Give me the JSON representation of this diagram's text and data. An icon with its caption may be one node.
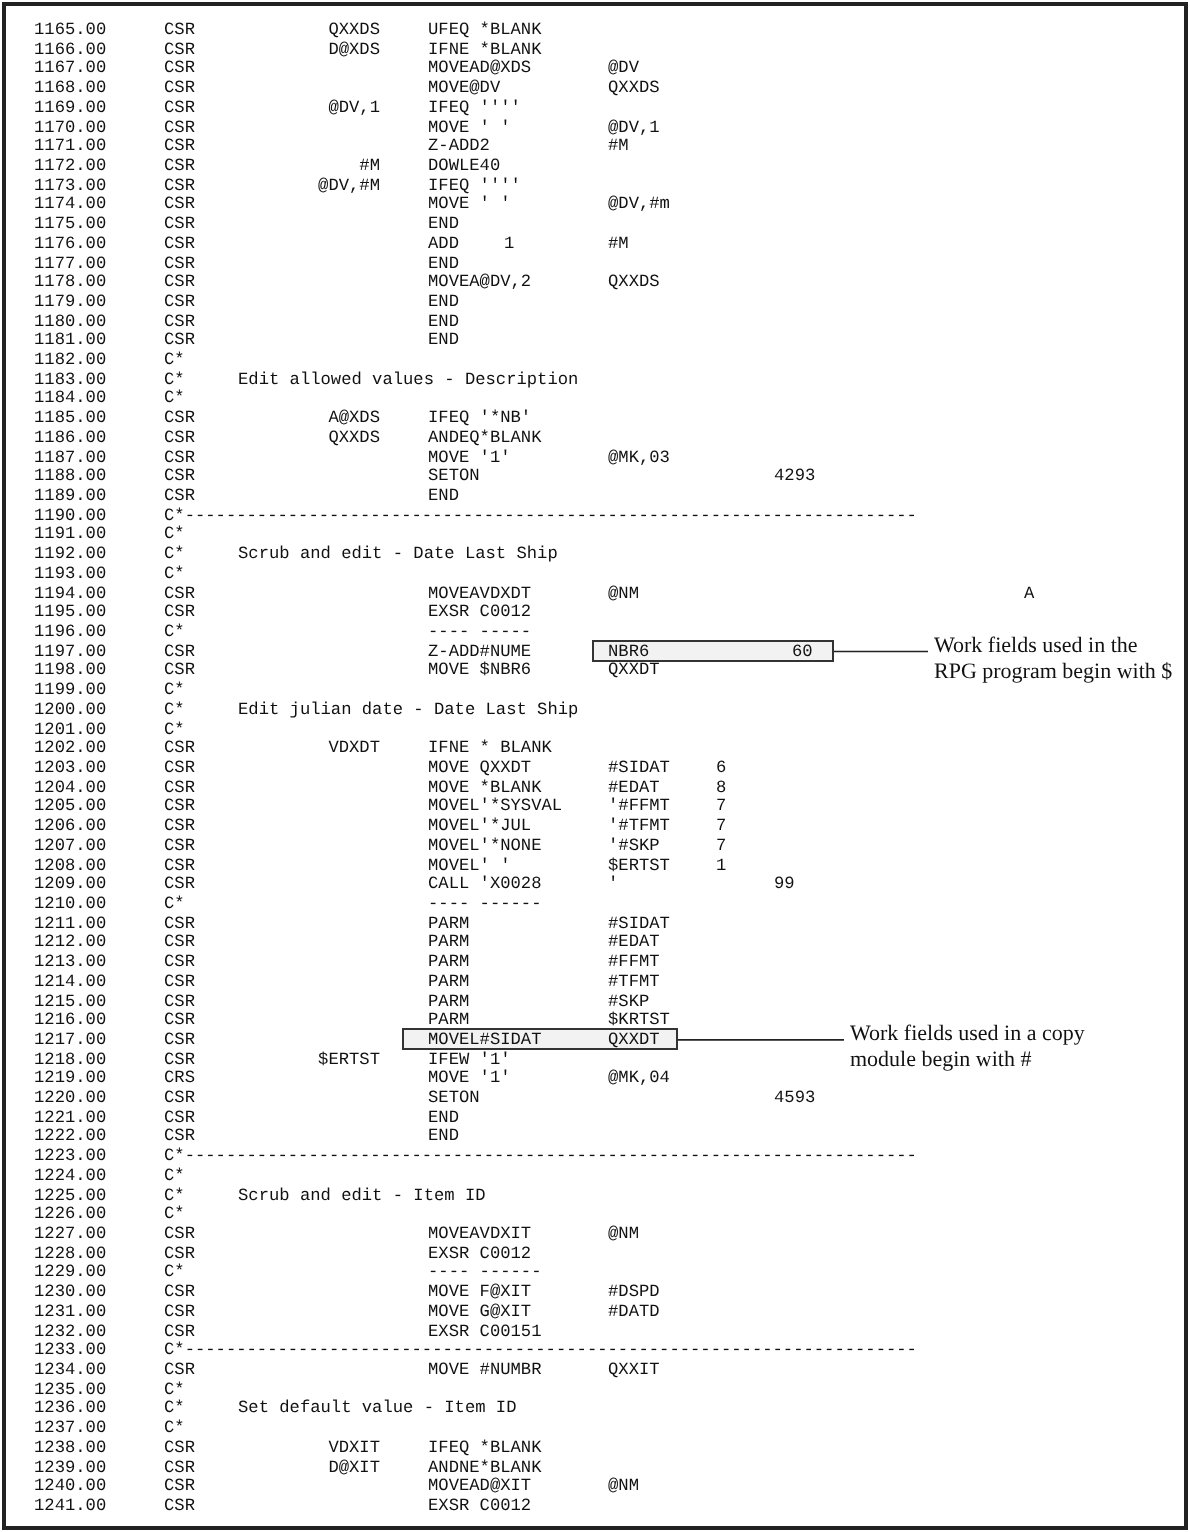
{
  "diagram": {
    "nodes": [
      {
        "text": [
          "NBR6",
          "60"
        ]
      },
      {
        "text": [
          "Work fields used in the RPG program begin with $"
        ]
      },
      {
        "text": [
          "MOVEL#SIDAT",
          "QXXDT"
        ]
      },
      {
        "text": [
          "Work fields used in a copy module begin with #"
        ]
      }
    ],
    "edges": [
      {
        "from": 1,
        "to": 0,
        "arrow": "none"
      },
      {
        "from": 3,
        "to": 2,
        "arrow": "none"
      }
    ],
    "labels": [
      "1165.00",
      "CSR",
      "QXXDS",
      "UFEQ *BLANK",
      "1166.00",
      "CSR",
      "D@XDS",
      "IFNE *BLANK",
      "1167.00",
      "CSR",
      "MOVEAD@XDS",
      "@DV",
      "1168.00",
      "CSR",
      "MOVE@DV",
      "QXXDS",
      "1169.00",
      "CSR",
      "@DV,1",
      "IFEQ ''''",
      "1170.00",
      "CSR",
      "MOVE ' '",
      "@DV,1",
      "1171.00",
      "CSR",
      "Z-ADD2",
      "#M",
      "1172.00",
      "CSR",
      "#M",
      "DOWLE40",
      "1173.00",
      "CSR",
      "@DV,#M",
      "IFEQ ''''",
      "1174.00",
      "CSR",
      "MOVE ' '",
      "@DV,#m",
      "1175.00",
      "CSR",
      "END",
      "1176.00",
      "CSR",
      "ADD",
      "1",
      "#M",
      "1177.00",
      "CSR",
      "END",
      "1178.00",
      "CSR",
      "MOVEA@DV,2",
      "QXXDS",
      "1179.00",
      "CSR",
      "END",
      "1180.00",
      "CSR",
      "END",
      "1181.00",
      "CSR",
      "END",
      "1182.00",
      "C*",
      "1183.00",
      "C*",
      "Edit allowed values - Description",
      "1184.00",
      "C*",
      "1185.00",
      "CSR",
      "A@XDS",
      "IFEQ '*NB'",
      "1186.00",
      "CSR",
      "QXXDS",
      "ANDEQ*BLANK",
      "1187.00",
      "CSR",
      "MOVE '1'",
      "@MK,03",
      "1188.00",
      "CSR",
      "SETON",
      "4293",
      "1189.00",
      "CSR",
      "END",
      "1190.00",
      "C*-----------------------------------------------------------------------",
      "1191.00",
      "C*",
      "1192.00",
      "C*",
      "Scrub and edit - Date Last Ship",
      "1193.00",
      "C*",
      "1194.00",
      "CSR",
      "MOVEAVDXDT",
      "@NM",
      "A",
      "1195.00",
      "CSR",
      "EXSR C0012",
      "1196.00",
      "C*",
      "---- -----",
      "1197.00",
      "CSR",
      "Z-ADD#NUME",
      "1198.00",
      "CSR",
      "MOVE $NBR6",
      "QXXDT",
      "1199.00",
      "C*",
      "1200.00",
      "C*",
      "Edit julian date - Date Last Ship",
      "1201.00",
      "C*",
      "1202.00",
      "CSR",
      "VDXDT",
      "IFNE * BLANK",
      "1203.00",
      "CSR",
      "MOVE QXXDT",
      "#SIDAT",
      "6",
      "1204.00",
      "CSR",
      "MOVE *BLANK",
      "#EDAT",
      "8",
      "1205.00",
      "CSR",
      "MOVEL'*SYSVAL",
      "'#FFMT",
      "7",
      "1206.00",
      "CSR",
      "MOVEL'*JUL",
      "'#TFMT",
      "7",
      "1207.00",
      "CSR",
      "MOVEL'*NONE",
      "'#SKP",
      "7",
      "1208.00",
      "CSR",
      "MOVEL' '",
      "$ERTST",
      "1",
      "1209.00",
      "CSR",
      "CALL 'X0028",
      "'",
      "99",
      "1210.00",
      "C*",
      "---- ------",
      "1211.00",
      "CSR",
      "PARM",
      "#SIDAT",
      "1212.00",
      "CSR",
      "PARM",
      "#EDAT",
      "1213.00",
      "CSR",
      "PARM",
      "#FFMT",
      "1214.00",
      "CSR",
      "PARM",
      "#TFMT",
      "1215.00",
      "CSR",
      "PARM",
      "#SKP",
      "1216.00",
      "CSR",
      "PARM",
      "$KRTST",
      "1217.00",
      "CSR",
      "1218.00",
      "CSR",
      "$ERTST",
      "IFEW '1'",
      "1219.00",
      "CRS",
      "MOVE '1'",
      "@MK,04",
      "1220.00",
      "CSR",
      "SETON",
      "4593",
      "1221.00",
      "CSR",
      "END",
      "1222.00",
      "CSR",
      "END",
      "1223.00",
      "C*-----------------------------------------------------------------------",
      "1224.00",
      "C*",
      "1225.00",
      "C*",
      "Scrub and edit - Item ID",
      "1226.00",
      "C*",
      "1227.00",
      "CSR",
      "MOVEAVDXIT",
      "@NM",
      "1228.00",
      "CSR",
      "EXSR C0012",
      "1229.00",
      "C*",
      "---- ------",
      "1230.00",
      "CSR",
      "MOVE F@XIT",
      "#DSPD",
      "1231.00",
      "CSR",
      "MOVE G@XIT",
      "#DATD",
      "1232.00",
      "CSR",
      "EXSR C00151",
      "1233.00",
      "C*-----------------------------------------------------------------------",
      "1234.00",
      "CSR",
      "MOVE #NUMBR",
      "QXXIT",
      "1235.00",
      "C*",
      "1236.00",
      "C*",
      "Set default value - Item ID",
      "1237.00",
      "C*",
      "1238.00",
      "CSR",
      "VDXIT",
      "IFEQ *BLANK",
      "1239.00",
      "CSR",
      "D@XIT",
      "ANDNE*BLANK",
      "1240.00",
      "CSR",
      "MOVEAD@XIT",
      "@NM",
      "1241.00",
      "CSR",
      "EXSR C0012"
    ]
  }
}
